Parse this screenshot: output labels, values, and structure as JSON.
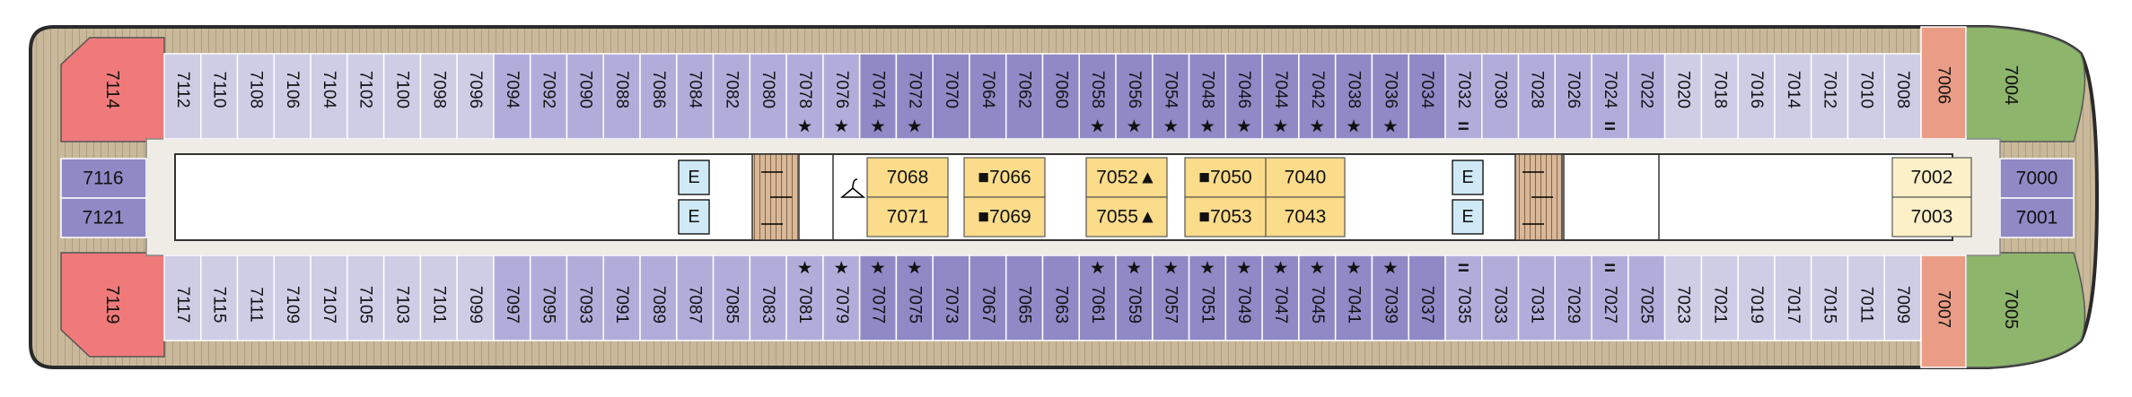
{
  "colors": {
    "deck_wood": "#c9b99a",
    "hull_outline": "#2a2a2a",
    "corridor": "#efece6",
    "light_purple": "#cfcce6",
    "mid_purple": "#b1addb",
    "dark_purple": "#8f89c6",
    "suite_red": "#f07a7a",
    "suite_salmon": "#ea9d86",
    "suite_green": "#8db56c",
    "inside_yellow": "#fbdc8a",
    "inside_cream": "#fbf0c8",
    "elevator_blue": "#cfe9f6",
    "stair_tan": "#d8b898"
  },
  "legend_symbols": {
    "star": "★",
    "square": "■",
    "triangle": "▲",
    "connecting": "="
  },
  "aft_suites": [
    {
      "number": "7114",
      "position": "top",
      "color": "suite_red"
    },
    {
      "number": "7119",
      "position": "bottom",
      "color": "suite_red"
    }
  ],
  "aft_middle_cabins": [
    {
      "number": "7116",
      "color": "dark_purple"
    },
    {
      "number": "7121",
      "color": "dark_purple"
    }
  ],
  "top_row_cabins": [
    {
      "number": "7112",
      "color": "light_purple",
      "mark": ""
    },
    {
      "number": "7110",
      "color": "light_purple",
      "mark": ""
    },
    {
      "number": "7108",
      "color": "light_purple",
      "mark": ""
    },
    {
      "number": "7106",
      "color": "light_purple",
      "mark": ""
    },
    {
      "number": "7104",
      "color": "light_purple",
      "mark": ""
    },
    {
      "number": "7102",
      "color": "light_purple",
      "mark": ""
    },
    {
      "number": "7100",
      "color": "light_purple",
      "mark": ""
    },
    {
      "number": "7098",
      "color": "light_purple",
      "mark": ""
    },
    {
      "number": "7096",
      "color": "light_purple",
      "mark": ""
    },
    {
      "number": "7094",
      "color": "mid_purple",
      "mark": ""
    },
    {
      "number": "7092",
      "color": "mid_purple",
      "mark": ""
    },
    {
      "number": "7090",
      "color": "mid_purple",
      "mark": ""
    },
    {
      "number": "7088",
      "color": "mid_purple",
      "mark": ""
    },
    {
      "number": "7086",
      "color": "mid_purple",
      "mark": ""
    },
    {
      "number": "7084",
      "color": "mid_purple",
      "mark": ""
    },
    {
      "number": "7082",
      "color": "mid_purple",
      "mark": ""
    },
    {
      "number": "7080",
      "color": "mid_purple",
      "mark": ""
    },
    {
      "number": "7078",
      "color": "mid_purple",
      "mark": "★"
    },
    {
      "number": "7076",
      "color": "mid_purple",
      "mark": "★"
    },
    {
      "number": "7074",
      "color": "dark_purple",
      "mark": "★"
    },
    {
      "number": "7072",
      "color": "dark_purple",
      "mark": "★"
    },
    {
      "number": "7070",
      "color": "dark_purple",
      "mark": ""
    },
    {
      "number": "7064",
      "color": "dark_purple",
      "mark": ""
    },
    {
      "number": "7062",
      "color": "dark_purple",
      "mark": ""
    },
    {
      "number": "7060",
      "color": "dark_purple",
      "mark": ""
    },
    {
      "number": "7058",
      "color": "dark_purple",
      "mark": "★"
    },
    {
      "number": "7056",
      "color": "dark_purple",
      "mark": "★"
    },
    {
      "number": "7054",
      "color": "dark_purple",
      "mark": "★"
    },
    {
      "number": "7048",
      "color": "dark_purple",
      "mark": "★"
    },
    {
      "number": "7046",
      "color": "dark_purple",
      "mark": "★"
    },
    {
      "number": "7044",
      "color": "dark_purple",
      "mark": "★"
    },
    {
      "number": "7042",
      "color": "dark_purple",
      "mark": "★"
    },
    {
      "number": "7038",
      "color": "dark_purple",
      "mark": "★"
    },
    {
      "number": "7036",
      "color": "dark_purple",
      "mark": "★"
    },
    {
      "number": "7034",
      "color": "dark_purple",
      "mark": ""
    },
    {
      "number": "7032",
      "color": "mid_purple",
      "mark": "="
    },
    {
      "number": "7030",
      "color": "mid_purple",
      "mark": ""
    },
    {
      "number": "7028",
      "color": "mid_purple",
      "mark": ""
    },
    {
      "number": "7026",
      "color": "mid_purple",
      "mark": ""
    },
    {
      "number": "7024",
      "color": "mid_purple",
      "mark": "="
    },
    {
      "number": "7022",
      "color": "mid_purple",
      "mark": ""
    },
    {
      "number": "7020",
      "color": "light_purple",
      "mark": ""
    },
    {
      "number": "7018",
      "color": "light_purple",
      "mark": ""
    },
    {
      "number": "7016",
      "color": "light_purple",
      "mark": ""
    },
    {
      "number": "7014",
      "color": "light_purple",
      "mark": ""
    },
    {
      "number": "7012",
      "color": "light_purple",
      "mark": ""
    },
    {
      "number": "7010",
      "color": "light_purple",
      "mark": ""
    },
    {
      "number": "7008",
      "color": "light_purple",
      "mark": ""
    }
  ],
  "bottom_row_cabins": [
    {
      "number": "7117",
      "color": "light_purple",
      "mark": ""
    },
    {
      "number": "7115",
      "color": "light_purple",
      "mark": ""
    },
    {
      "number": "7111",
      "color": "light_purple",
      "mark": ""
    },
    {
      "number": "7109",
      "color": "light_purple",
      "mark": ""
    },
    {
      "number": "7107",
      "color": "light_purple",
      "mark": ""
    },
    {
      "number": "7105",
      "color": "light_purple",
      "mark": ""
    },
    {
      "number": "7103",
      "color": "light_purple",
      "mark": ""
    },
    {
      "number": "7101",
      "color": "light_purple",
      "mark": ""
    },
    {
      "number": "7099",
      "color": "light_purple",
      "mark": ""
    },
    {
      "number": "7097",
      "color": "mid_purple",
      "mark": ""
    },
    {
      "number": "7095",
      "color": "mid_purple",
      "mark": ""
    },
    {
      "number": "7093",
      "color": "mid_purple",
      "mark": ""
    },
    {
      "number": "7091",
      "color": "mid_purple",
      "mark": ""
    },
    {
      "number": "7089",
      "color": "mid_purple",
      "mark": ""
    },
    {
      "number": "7087",
      "color": "mid_purple",
      "mark": ""
    },
    {
      "number": "7085",
      "color": "mid_purple",
      "mark": ""
    },
    {
      "number": "7083",
      "color": "mid_purple",
      "mark": ""
    },
    {
      "number": "7081",
      "color": "mid_purple",
      "mark": "★"
    },
    {
      "number": "7079",
      "color": "mid_purple",
      "mark": "★"
    },
    {
      "number": "7077",
      "color": "dark_purple",
      "mark": "★"
    },
    {
      "number": "7075",
      "color": "dark_purple",
      "mark": "★"
    },
    {
      "number": "7073",
      "color": "dark_purple",
      "mark": ""
    },
    {
      "number": "7067",
      "color": "dark_purple",
      "mark": ""
    },
    {
      "number": "7065",
      "color": "dark_purple",
      "mark": ""
    },
    {
      "number": "7063",
      "color": "dark_purple",
      "mark": ""
    },
    {
      "number": "7061",
      "color": "dark_purple",
      "mark": "★"
    },
    {
      "number": "7059",
      "color": "dark_purple",
      "mark": "★"
    },
    {
      "number": "7057",
      "color": "dark_purple",
      "mark": "★"
    },
    {
      "number": "7051",
      "color": "dark_purple",
      "mark": "★"
    },
    {
      "number": "7049",
      "color": "dark_purple",
      "mark": "★"
    },
    {
      "number": "7047",
      "color": "dark_purple",
      "mark": "★"
    },
    {
      "number": "7045",
      "color": "dark_purple",
      "mark": "★"
    },
    {
      "number": "7041",
      "color": "dark_purple",
      "mark": "★"
    },
    {
      "number": "7039",
      "color": "dark_purple",
      "mark": "★"
    },
    {
      "number": "7037",
      "color": "dark_purple",
      "mark": ""
    },
    {
      "number": "7035",
      "color": "mid_purple",
      "mark": "="
    },
    {
      "number": "7033",
      "color": "mid_purple",
      "mark": ""
    },
    {
      "number": "7031",
      "color": "mid_purple",
      "mark": ""
    },
    {
      "number": "7029",
      "color": "mid_purple",
      "mark": ""
    },
    {
      "number": "7027",
      "color": "mid_purple",
      "mark": "="
    },
    {
      "number": "7025",
      "color": "mid_purple",
      "mark": ""
    },
    {
      "number": "7023",
      "color": "light_purple",
      "mark": ""
    },
    {
      "number": "7021",
      "color": "light_purple",
      "mark": ""
    },
    {
      "number": "7019",
      "color": "light_purple",
      "mark": ""
    },
    {
      "number": "7017",
      "color": "light_purple",
      "mark": ""
    },
    {
      "number": "7015",
      "color": "light_purple",
      "mark": ""
    },
    {
      "number": "7011",
      "color": "light_purple",
      "mark": ""
    },
    {
      "number": "7009",
      "color": "light_purple",
      "mark": ""
    }
  ],
  "forward_salmon": [
    {
      "number": "7006",
      "position": "top"
    },
    {
      "number": "7007",
      "position": "bottom"
    }
  ],
  "forward_green": [
    {
      "number": "7004",
      "position": "top"
    },
    {
      "number": "7005",
      "position": "bottom"
    }
  ],
  "forward_middle_cabins": [
    {
      "number": "7000"
    },
    {
      "number": "7001"
    }
  ],
  "inside_cabin_pairs": [
    {
      "top": "7068",
      "bottom": "7071",
      "top_prefix": "",
      "top_suffix": "",
      "bottom_prefix": "",
      "bottom_suffix": ""
    },
    {
      "top": "7066",
      "bottom": "7069",
      "top_prefix": "■",
      "top_suffix": "",
      "bottom_prefix": "■",
      "bottom_suffix": ""
    },
    {
      "top": "7052",
      "bottom": "7055",
      "top_prefix": "",
      "top_suffix": "▲",
      "bottom_prefix": "",
      "bottom_suffix": "▲"
    },
    {
      "top": "7050",
      "bottom": "7053",
      "top_prefix": "■",
      "top_suffix": "",
      "bottom_prefix": "■",
      "bottom_suffix": ""
    },
    {
      "top": "7040",
      "bottom": "7043",
      "top_prefix": "",
      "top_suffix": "",
      "bottom_prefix": "",
      "bottom_suffix": ""
    },
    {
      "top": "7002",
      "bottom": "7003",
      "top_prefix": "",
      "top_suffix": "",
      "bottom_prefix": "",
      "bottom_suffix": ""
    }
  ],
  "elevator_label": "E"
}
